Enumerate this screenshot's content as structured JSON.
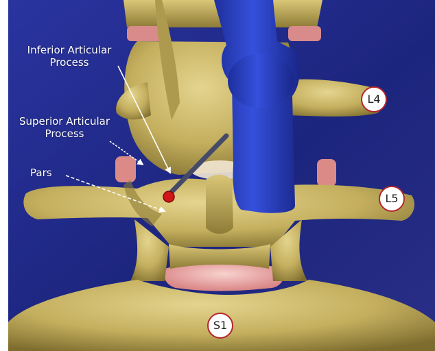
{
  "labels": {
    "inferior_articular": [
      "Inferior Articular",
      "Process"
    ],
    "superior_articular": [
      "Superior Articular",
      "Process"
    ],
    "pars": "Pars"
  },
  "badges": {
    "l4": "L4",
    "l5": "L5",
    "s1": "S1"
  },
  "colors": {
    "background": "#1f2a86",
    "bone": "#c9b567",
    "bone_shadow": "#7f6f2f",
    "disc": "#e9a2a2",
    "instrument": "#2f46c8",
    "probe_shaft": "#454a68",
    "probe_tip": "#d01818",
    "badge_border": "#b3262c",
    "arrow": "#ffffff"
  }
}
